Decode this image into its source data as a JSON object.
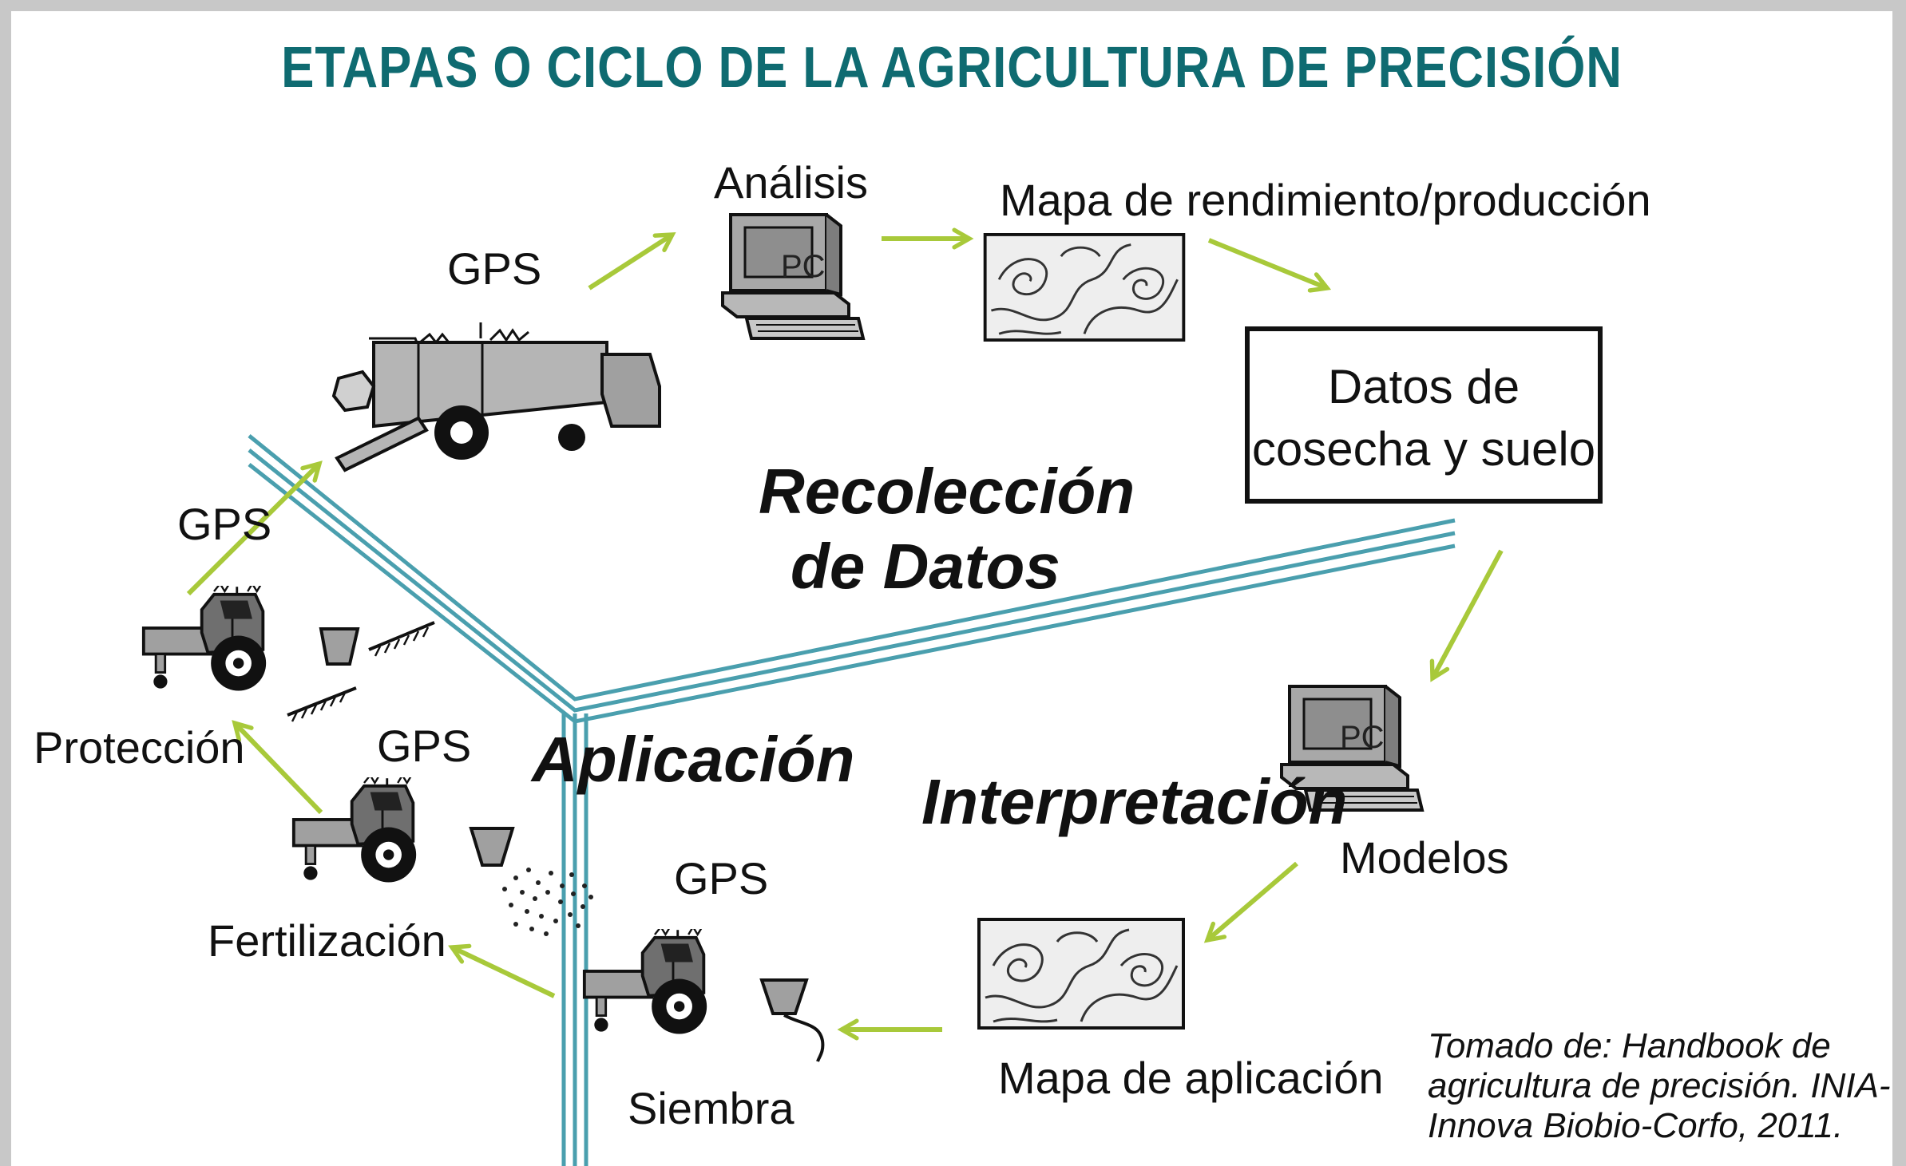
{
  "title": "ETAPAS O CICLO DE LA AGRICULTURA DE PRECISIÓN",
  "stages": {
    "recoleccion": [
      "Recolección",
      "de Datos"
    ],
    "interpretacion": "Interpretación",
    "aplicacion": "Aplicación"
  },
  "nodes": {
    "analisis": "Análisis",
    "pc_screen": "PC",
    "mapa_rendimiento": "Mapa de rendimiento/producción",
    "datos_cosecha": [
      "Datos de",
      "cosecha y suelo"
    ],
    "modelos": "Modelos",
    "mapa_aplicacion": "Mapa de aplicación",
    "siembra": "Siembra",
    "fertilizacion": "Fertilización",
    "proteccion": "Protección",
    "gps": "GPS"
  },
  "credit": [
    "Tomado de: Handbook de",
    "agricultura de precisión. INIA-",
    "Innova Biobio-Corfo, 2011."
  ],
  "colors": {
    "title": "#0f6b71",
    "road": "#4a9fae",
    "arrow": "#a8c93a",
    "machine": "#a0a0a0",
    "outline": "#111111"
  }
}
